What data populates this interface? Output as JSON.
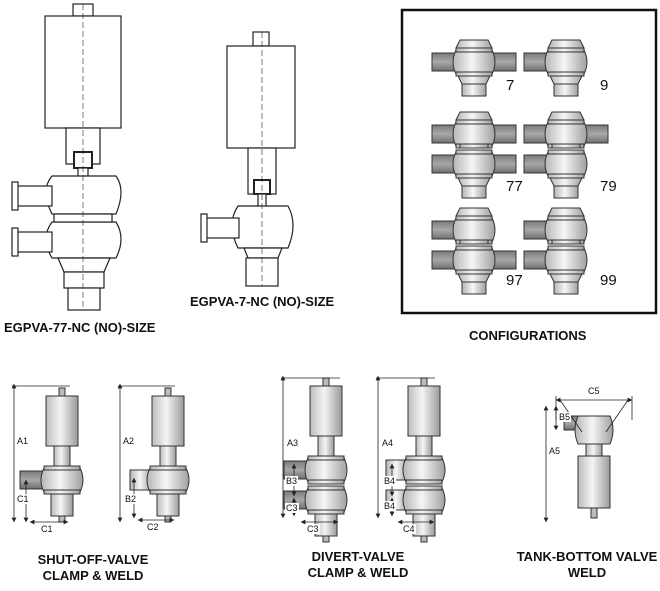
{
  "labels": {
    "large_valve_77": "EGPVA-77-NC (NO)-SIZE",
    "large_valve_7": "EGPVA-7-NC (NO)-SIZE",
    "configurations": "CONFIGURATIONS",
    "shutoff_line1": "SHUT-OFF-VALVE",
    "shutoff_line2": "CLAMP & WELD",
    "divert_line1": "DIVERT-VALVE",
    "divert_line2": "CLAMP & WELD",
    "tank_line1": "TANK-BOTTOM VALVE",
    "tank_line2": "WELD"
  },
  "configurations": [
    "7",
    "9",
    "77",
    "79",
    "97",
    "99"
  ],
  "dimensions": {
    "shutoff": [
      "A1",
      "C1",
      "C1",
      "A2",
      "B2",
      "C2"
    ],
    "divert": [
      "A3",
      "B3",
      "C3",
      "C3",
      "A4",
      "B4",
      "B4",
      "C4"
    ],
    "tank": [
      "C5",
      "B5",
      "A5"
    ]
  },
  "colors": {
    "outline": "#222222",
    "body_fill": "#d6d6d6",
    "pipe_fill": "#8a8a8a",
    "frame": "#111111"
  }
}
